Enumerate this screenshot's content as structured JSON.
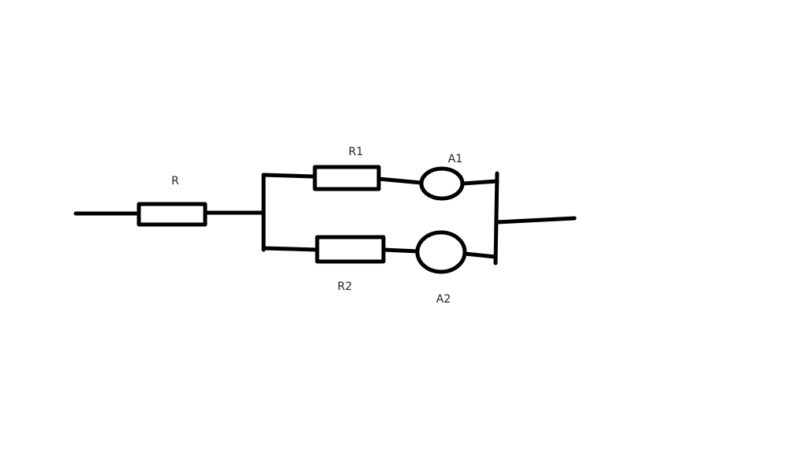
{
  "diagram": {
    "labels": {
      "r": "R",
      "r1": "R1",
      "r2": "R2",
      "a1": "A1",
      "a2": "A2"
    }
  }
}
